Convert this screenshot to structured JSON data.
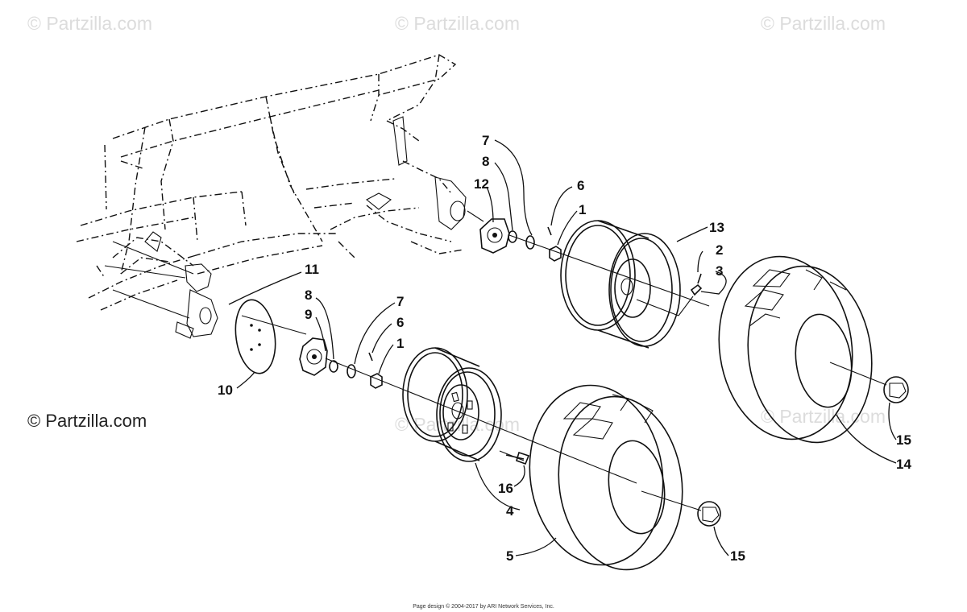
{
  "watermark": {
    "text": "© Partzilla.com",
    "prominent_text": "© Partzilla.com"
  },
  "footer": {
    "text": "Page design © 2004-2017 by ARI Network Services, Inc."
  },
  "callouts": {
    "c7_top": "7",
    "c8_top": "8",
    "c12": "12",
    "c6_top": "6",
    "c1_top": "1",
    "c13": "13",
    "c2": "2",
    "c3": "3",
    "c11": "11",
    "c8_bot": "8",
    "c9": "9",
    "c7_bot": "7",
    "c6_bot": "6",
    "c1_bot": "1",
    "c10": "10",
    "c16": "16",
    "c4": "4",
    "c5": "5",
    "c15_bot": "15",
    "c15_right": "15",
    "c14": "14"
  }
}
